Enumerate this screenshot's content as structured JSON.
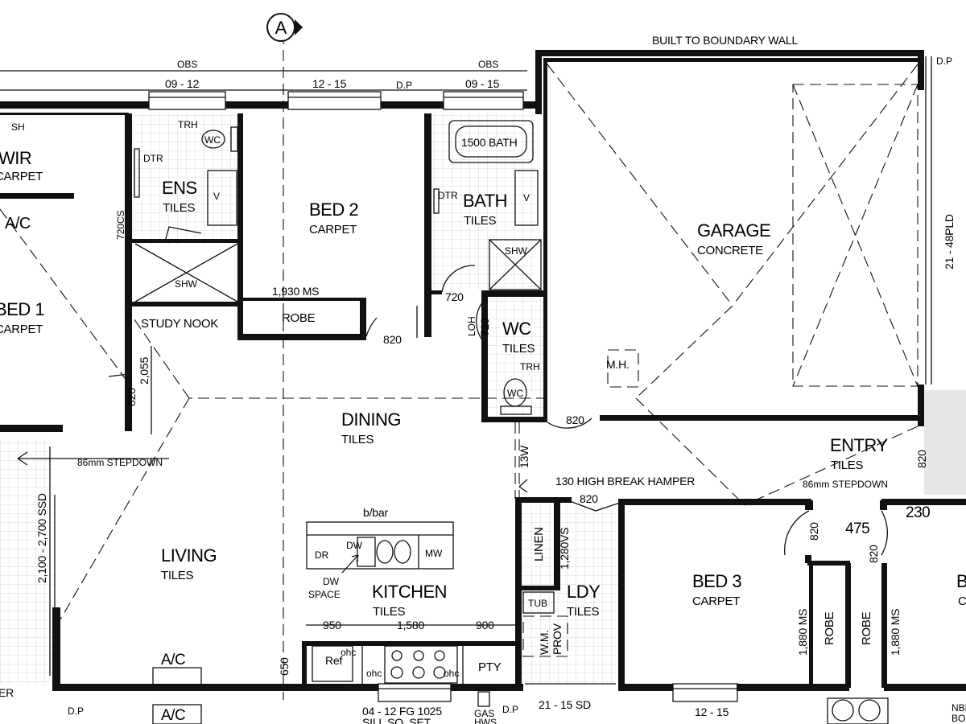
{
  "grid_marker": "A",
  "notes": {
    "boundary": "BUILT TO BOUNDARY WALL",
    "stepdown_living": "86mm STEPDOWN",
    "stepdown_entry": "86mm STEPDOWN",
    "hamper": "130 HIGH BREAK HAMPER",
    "dw_space_1": "DW",
    "dw_space_2": "SPACE"
  },
  "windows": {
    "obs_left": "OBS",
    "obs_right": "OBS",
    "w1": "09 - 12",
    "w2": "12 - 15",
    "w3": "09 - 15",
    "dp_top": "D.P",
    "dp_right": "D.P",
    "dp_bottom_left": "D.P",
    "dp_bottom_mid": "D.P",
    "bottom_fg": "04 - 12 FG 1025",
    "bottom_sill": "SILL SQ. SET",
    "bottom_sd": "21 - 15 SD",
    "bottom_bed3": "12 - 15",
    "garage_pld": "21 - 48PLD",
    "living_ssd": "2,100 - 2,700 SSD",
    "gas": "GAS",
    "hws": "HWS",
    "nbn_1": "NBN",
    "nbn_2": "BOX"
  },
  "rooms": {
    "sh": "SH",
    "wir": "WIR",
    "wir_fin": "CARPET",
    "ac_top": "A/C",
    "bed1": "BED 1",
    "bed1_fin": "CARPET",
    "ens": "ENS",
    "ens_fin": "TILES",
    "trh_ens": "TRH",
    "wc_ens": "WC",
    "dtr_ens": "DTR",
    "shw_ens": "SHW",
    "v_ens": "V",
    "bed2": "BED 2",
    "bed2_fin": "CARPET",
    "robe_bed2": "ROBE",
    "bath": "BATH",
    "bath_fin": "TILES",
    "bath_tub": "1500 BATH",
    "dtr_bath": "DTR",
    "shw_bath": "SHW",
    "v_bath": "V",
    "wc": "WC",
    "wc_fin": "TILES",
    "trh_wc": "TRH",
    "wc_pan": "WC",
    "loh": "LOH",
    "garage": "GARAGE",
    "garage_fin": "CONCRETE",
    "mh": "M.H.",
    "study": "STUDY NOOK",
    "dining": "DINING",
    "dining_fin": "TILES",
    "entry": "ENTRY",
    "entry_fin": "TILES",
    "living": "LIVING",
    "living_fin": "TILES",
    "ac_bottom": "A/C",
    "ac_outside": "A/C",
    "bbar": "b/bar",
    "dr": "DR",
    "dw": "DW",
    "mw": "MW",
    "kitchen": "KITCHEN",
    "kitchen_fin": "TILES",
    "ref": "Ref",
    "ohc1": "ohc",
    "ohc2": "ohc",
    "ohc3": "ohc",
    "pty": "PTY",
    "linen": "LINEN",
    "ldy": "LDY",
    "ldy_fin": "TILES",
    "tub": "TUB",
    "wm_1": "W.M.",
    "wm_2": "PROV",
    "bed3": "BED 3",
    "bed3_fin": "CARPET",
    "robe_a": "ROBE",
    "robe_b": "ROBE",
    "bed4_partial": "B",
    "bed4_fin_partial": "C",
    "er_partial": "ER"
  },
  "dims": {
    "d720cs": "720CS",
    "d1930": "1,930 MS",
    "d820_bed2": "820",
    "d720_bath": "720",
    "d720_wc": "720",
    "d2055": "2,055",
    "d820_bed1": "820",
    "d820_wc": "820",
    "d13w": "13W",
    "d820_ldy": "820",
    "d1280": "1,280VS",
    "d820_entry": "820",
    "d820_bed3": "820",
    "d475": "475",
    "d820_bed4": "820",
    "d230": "230",
    "d1880a": "1,880 MS",
    "d1880b": "1,880 MS",
    "d950": "950",
    "d1580": "1,580",
    "d900": "900",
    "d650": "650"
  }
}
